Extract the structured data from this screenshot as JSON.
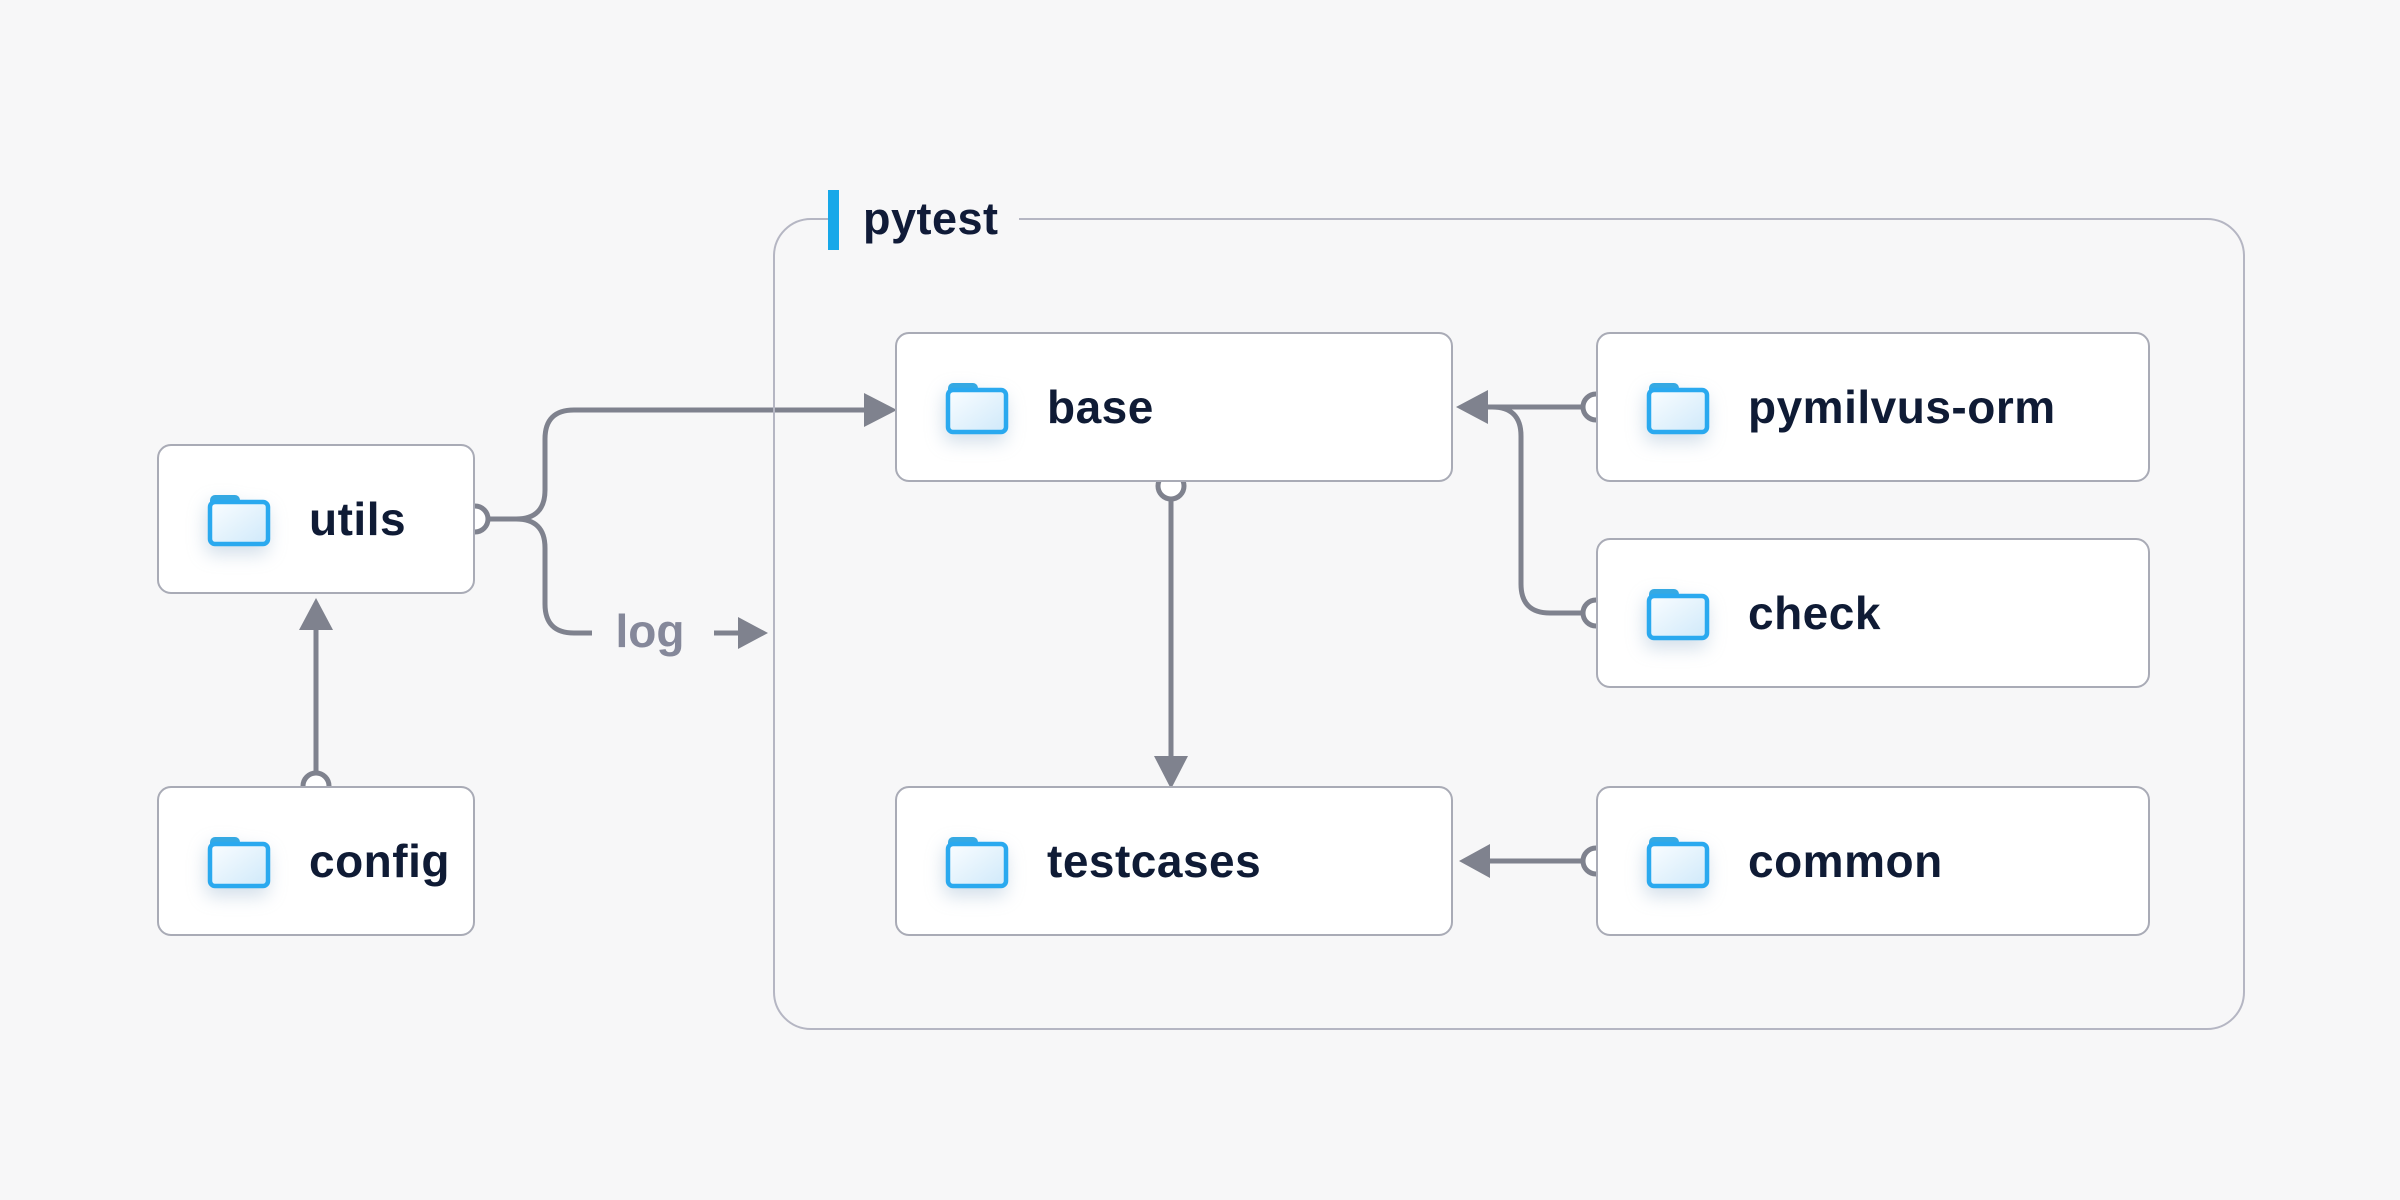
{
  "group": {
    "label": "pytest"
  },
  "log": {
    "text": "log"
  },
  "nodes": {
    "utils": {
      "label": "utils",
      "icon": "folder-icon"
    },
    "config": {
      "label": "config",
      "icon": "folder-icon"
    },
    "base": {
      "label": "base",
      "icon": "folder-icon"
    },
    "testcases": {
      "label": "testcases",
      "icon": "folder-icon"
    },
    "pymilvus_orm": {
      "label": "pymilvus-orm",
      "icon": "folder-icon"
    },
    "check": {
      "label": "check",
      "icon": "folder-icon"
    },
    "common": {
      "label": "common",
      "icon": "folder-icon"
    }
  },
  "edges": [
    {
      "from": "utils",
      "to": "base",
      "style": "circle-start arrow-end"
    },
    {
      "from": "utils",
      "to": "log",
      "style": "circle-start label-arrow",
      "label": "log"
    },
    {
      "from": "config",
      "to": "utils",
      "style": "circle-start arrow-end"
    },
    {
      "from": "base",
      "to": "testcases",
      "style": "circle-start arrow-end"
    },
    {
      "from": "pymilvus-orm",
      "to": "base",
      "style": "circle-start arrow-end"
    },
    {
      "from": "check",
      "to": "base",
      "style": "circle-start merge"
    },
    {
      "from": "common",
      "to": "testcases",
      "style": "circle-start arrow-end"
    }
  ],
  "colors": {
    "background": "#f7f7f8",
    "node_bg": "#ffffff",
    "node_border": "#a9abb6",
    "group_border": "#b5b6c3",
    "accent_blue": "#17a8e9",
    "folder_blue": "#2aa9ef",
    "text_dark": "#0f1b35",
    "line_gray": "#7f828e",
    "log_text_gray": "#85889a"
  }
}
